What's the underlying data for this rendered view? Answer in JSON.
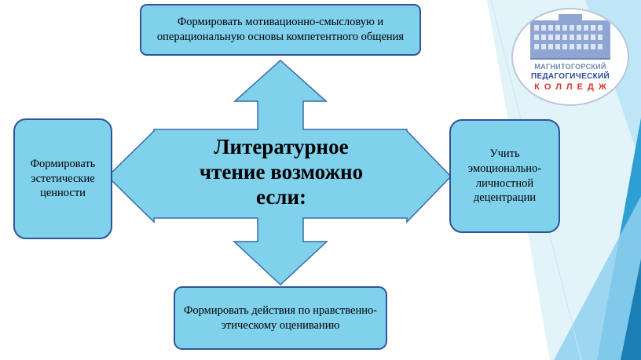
{
  "diagram": {
    "center_text": "Литературное чтение возможно если:",
    "boxes": {
      "top": "Формировать мотивационно-смысловую и операциональную основы компетентного общения",
      "left": "Формировать эстетические ценности",
      "right": "Учить эмоционально-личностной децентрации",
      "bottom": "Формировать действия по нравственно-этическому оцениванию"
    }
  },
  "logo": {
    "line1": "МАГНИТОГОРСКИЙ",
    "line2": "ПЕДАГОГИЧЕСКИЙ",
    "line3": "КОЛЛЕДЖ"
  },
  "colors": {
    "box_fill": "#7fd1ec",
    "box_border": "#2f5597",
    "arrow_fill": "#7fd1ec",
    "arrow_border": "#3b6aa8",
    "accent_right": "#2e9fd4"
  }
}
